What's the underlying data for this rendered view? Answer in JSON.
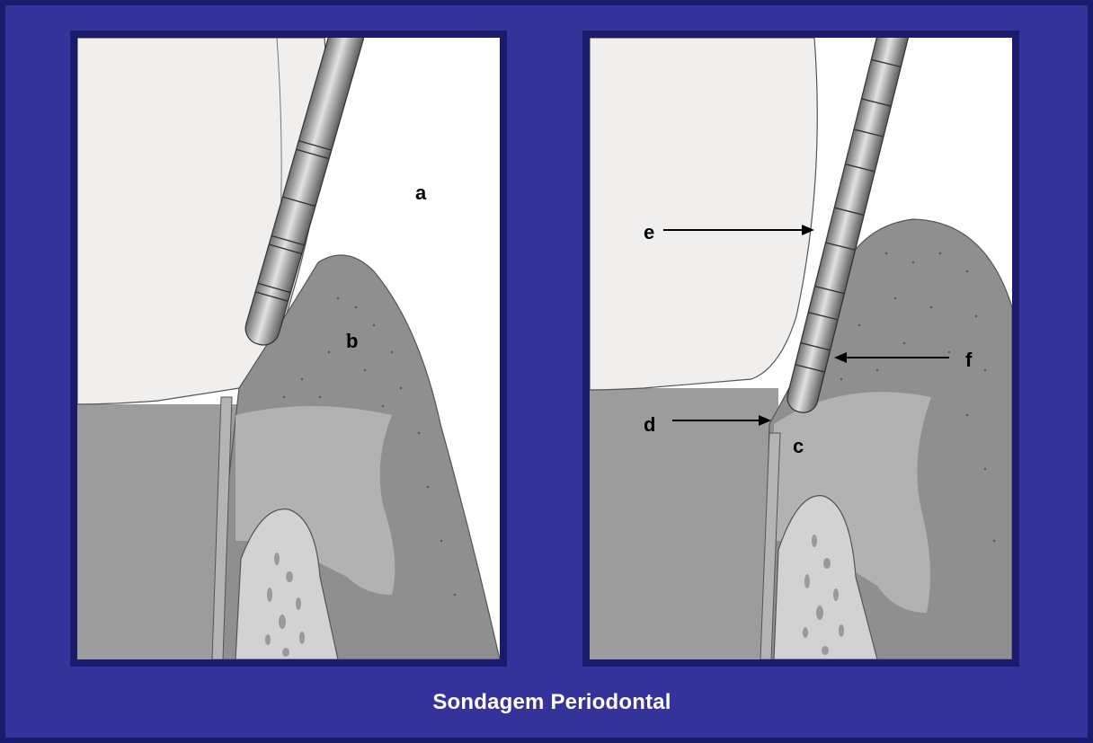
{
  "caption": "Sondagem Periodontal",
  "colors": {
    "background": "#33339a",
    "frame": "#1b1b6e",
    "caption_text": "#ffffff",
    "tooth": "#f0efee",
    "gingiva": "#8f8f8f",
    "bone": "#d2d2d2",
    "cementum": "#b4b4b4",
    "probe": "#aaaaaa"
  },
  "panels": [
    {
      "id": "left",
      "labels": {
        "a": "a",
        "b": "b"
      }
    },
    {
      "id": "right",
      "labels": {
        "c": "c",
        "d": "d",
        "e": "e",
        "f": "f"
      }
    }
  ]
}
